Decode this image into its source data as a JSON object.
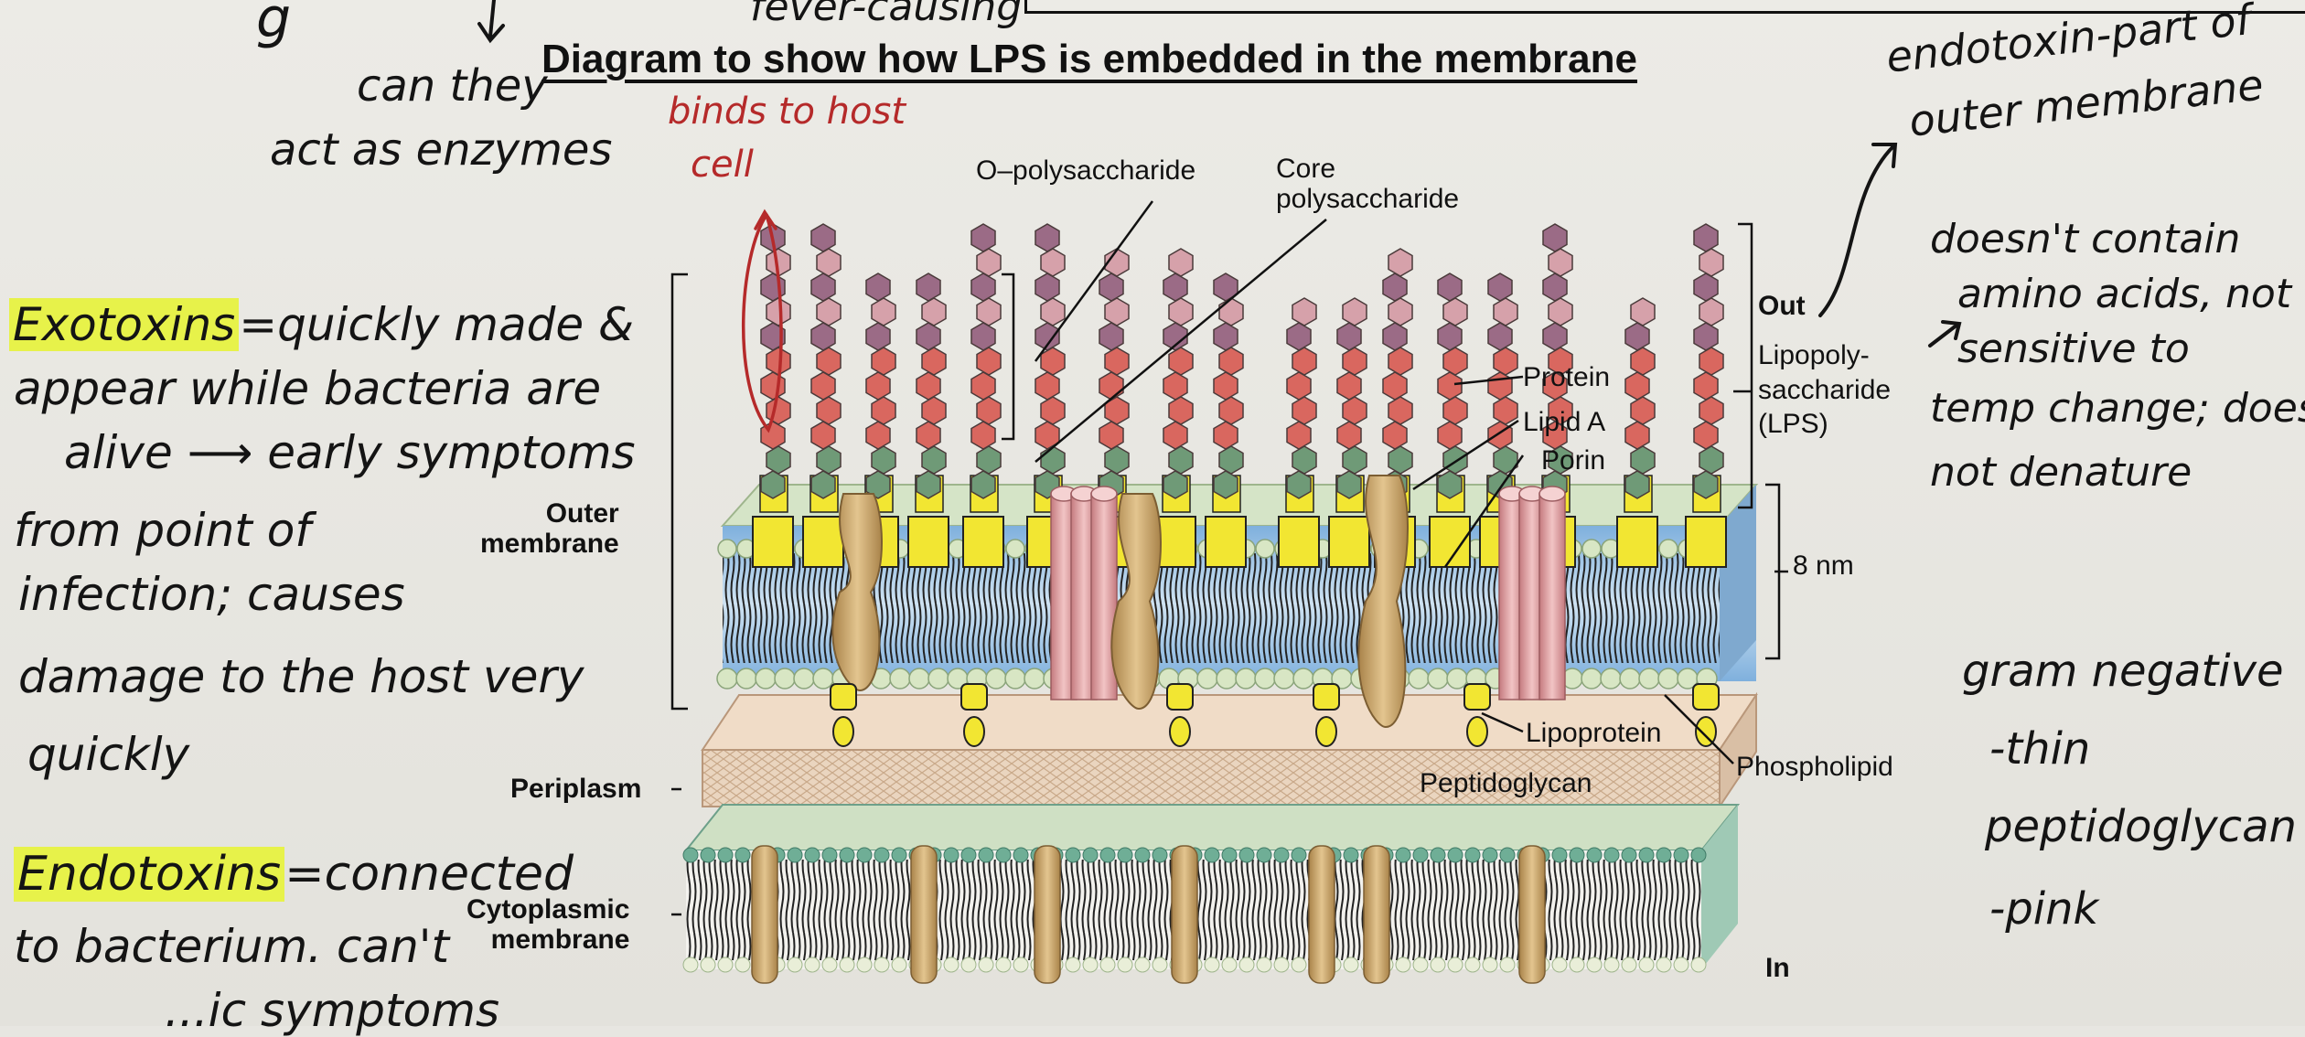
{
  "title": "Diagram to show how LPS is embedded in the membrane",
  "labels": {
    "o_polysaccharide": "O–polysaccharide",
    "core_polysaccharide": "Core\npolysaccharide",
    "out": "Out",
    "lps": "Lipopoly-\nsaccharide\n(LPS)",
    "protein": "Protein",
    "lipid_a": "Lipid A",
    "porin": "Porin",
    "outer_membrane": "Outer\nmembrane",
    "thickness": "8 nm",
    "lipoprotein": "Lipoprotein",
    "phospholipid": "Phospholipid",
    "peptidoglycan": "Peptidoglycan",
    "periplasm": "Periplasm",
    "cytoplasmic_membrane": "Cytoplasmic\nmembrane",
    "in": "In"
  },
  "notes": {
    "top_left": "g",
    "can_they": "can they",
    "act_as_enzymes": "act as enzymes",
    "fever": "fever-causing",
    "binds_line1": "binds to host",
    "binds_line2": "cell",
    "exotoxins_term": "Exotoxins",
    "exo_line1": "=quickly made &",
    "exo_line2": "appear while bacteria are",
    "exo_line3": "alive ⟶ early symptoms",
    "exo_line4": "from point of",
    "exo_line5": "infection; causes",
    "exo_line6": "damage to the host very",
    "exo_line7": "quickly",
    "endotoxins_term": "Endotoxins",
    "endo_line1": "=connected",
    "endo_line2": "to bacterium. can't",
    "endo_line3": "...ic symptoms",
    "endotoxin_part_line1": "endotoxin-part of",
    "endotoxin_part_line2": "outer membrane",
    "no_amino_line1": "doesn't contain",
    "no_amino_line2": "amino acids, not",
    "no_amino_line3": "sensitive to",
    "no_amino_line4": "temp change; does",
    "no_amino_line5": "not denature",
    "gram_line1": "gram negative",
    "gram_line2": "-thin",
    "gram_line3": "peptidoglycan",
    "gram_line4": "-pink"
  },
  "colors": {
    "o_chain_dark": "#9b6b86",
    "o_chain_light": "#d6a1aa",
    "core_red": "#d9675f",
    "core_green": "#6f9a77",
    "lipid_a_yellow": "#f2e632",
    "membrane_blue": "#a9cbe6",
    "porin_pink": "#e0a0a3",
    "protein_tan": "#c9a569",
    "peptidoglycan": "#e7cfb7",
    "highlight": "#e7f24a",
    "red_ink": "#b52a2a"
  }
}
